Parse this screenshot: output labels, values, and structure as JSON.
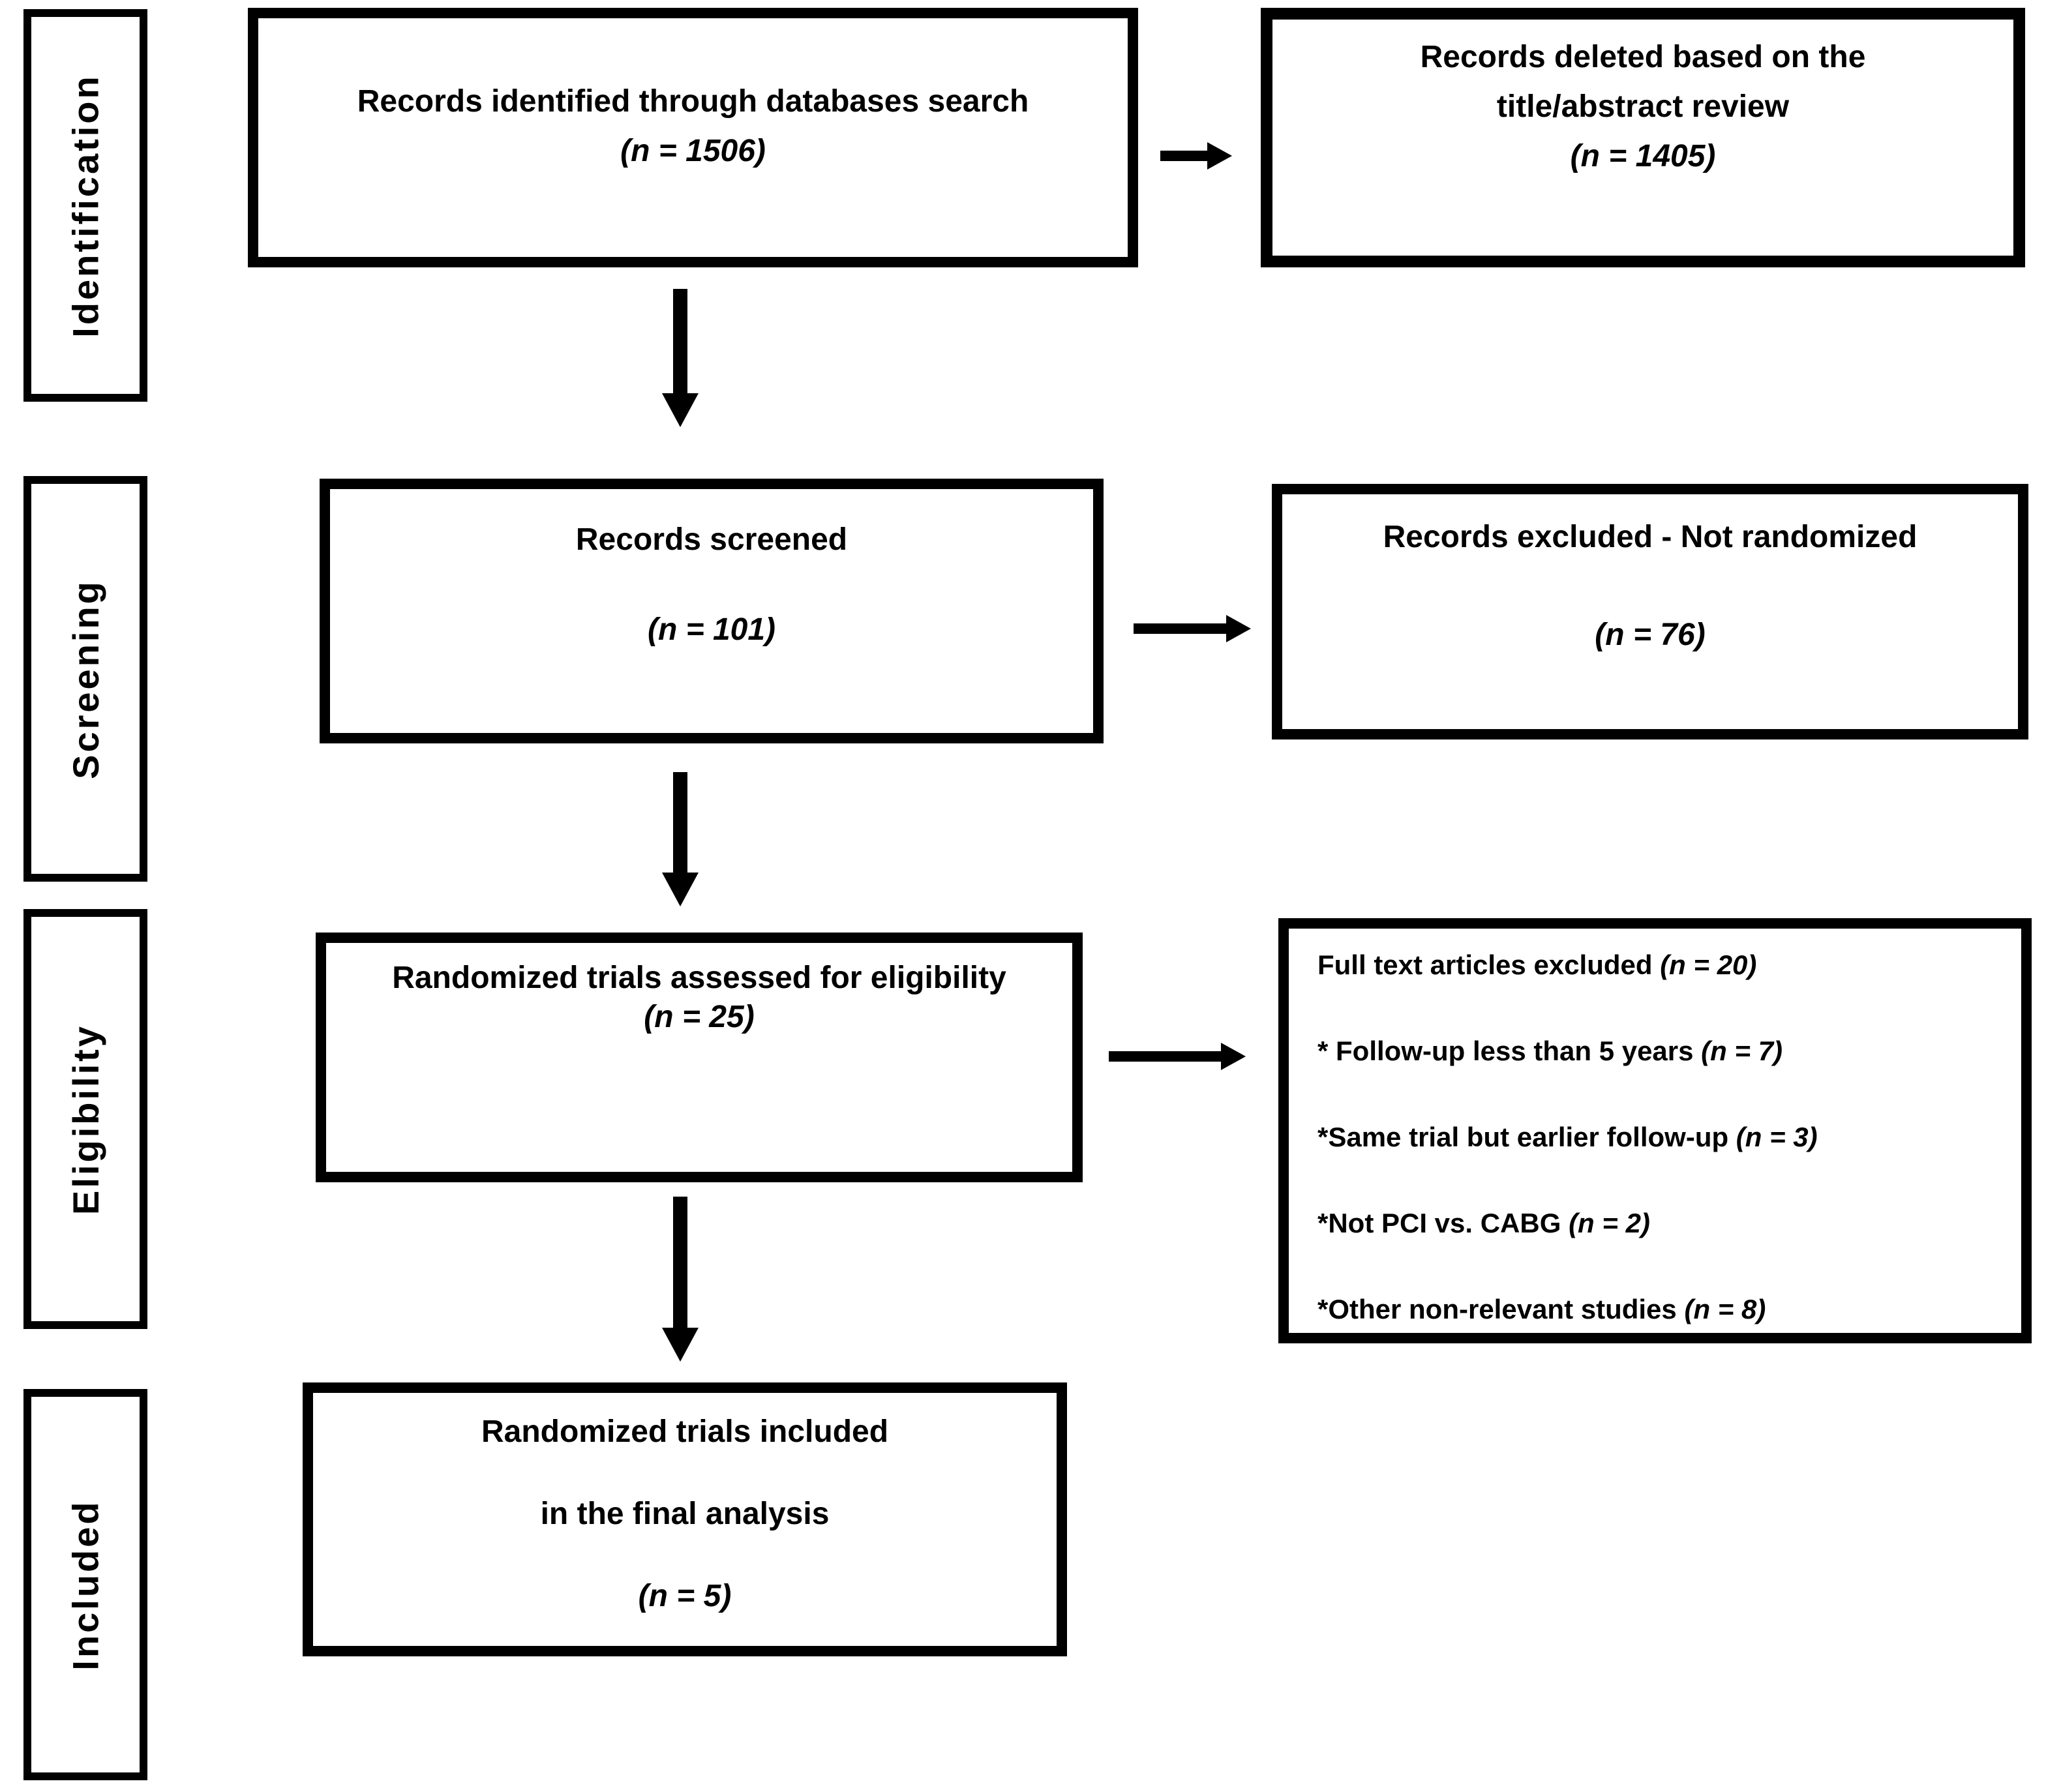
{
  "colors": {
    "ink": "#000000",
    "background": "#ffffff"
  },
  "stages": [
    {
      "label": "Identification"
    },
    {
      "label": "Screening"
    },
    {
      "label": "Eligibility"
    },
    {
      "label": "Included"
    }
  ],
  "boxes": {
    "identified": {
      "title": "Records identified through databases search",
      "n": "(n = 1506)"
    },
    "deleted": {
      "line1": "Records deleted based on the",
      "line2": "title/abstract review",
      "n": "(n = 1405)"
    },
    "screened": {
      "title": "Records screened",
      "n": "(n = 101)"
    },
    "excluded_not_randomized": {
      "title": "Records excluded - Not randomized",
      "n": "(n = 76)"
    },
    "assessed": {
      "title": "Randomized trials assessed for eligibility",
      "n": "(n = 25)"
    },
    "fulltext_excluded": {
      "title": "Full text articles excluded ",
      "title_n": "(n = 20)",
      "items": [
        {
          "label": "* Follow-up less than 5 years ",
          "n": "(n = 7)"
        },
        {
          "label": "*Same trial but earlier follow-up ",
          "n": "(n = 3)"
        },
        {
          "label": "*Not PCI vs. CABG ",
          "n": "(n = 2)"
        },
        {
          "label": "*Other non-relevant studies ",
          "n": "(n = 8)"
        }
      ]
    },
    "final_included": {
      "line1": "Randomized trials included",
      "line2": "in the final analysis",
      "n": "(n = 5)"
    }
  }
}
